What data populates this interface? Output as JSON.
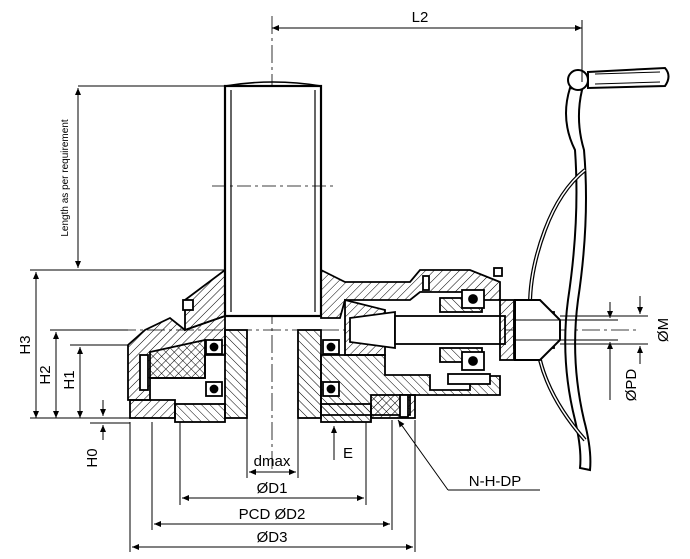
{
  "drawing": {
    "colors": {
      "ink": "#000000",
      "background": "#ffffff",
      "hatch": "#000000"
    },
    "labels": {
      "L2": "L2",
      "length_note": "Length as per requirement",
      "H3": "H3",
      "H2": "H2",
      "H1": "H1",
      "H0": "H0",
      "dmax": "dmax",
      "E": "E",
      "D1": "ØD1",
      "D2": "PCD ØD2",
      "D3": "ØD3",
      "NHDP": "N-H-DP",
      "M": "ØM",
      "PD": "ØPD"
    }
  }
}
